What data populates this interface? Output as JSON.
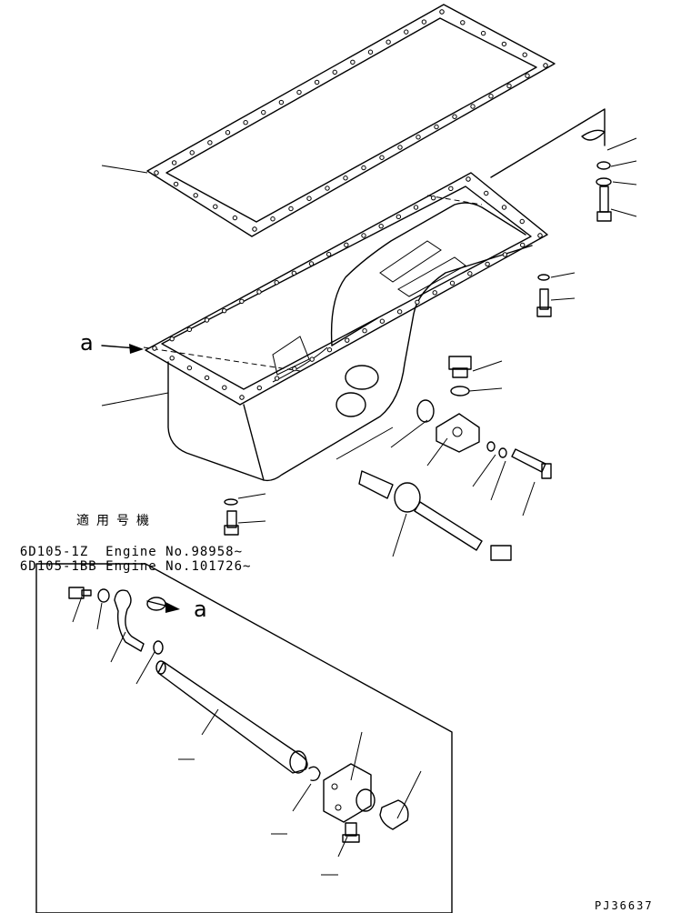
{
  "applicability": {
    "heading": "適用号機",
    "lines": [
      {
        "model": "6D105-1Z",
        "engine": "Engine No.98958~"
      },
      {
        "model": "6D105-1BB",
        "engine": "Engine No.101726~"
      }
    ]
  },
  "view_marker": "a",
  "drawing_code": "PJ36637"
}
